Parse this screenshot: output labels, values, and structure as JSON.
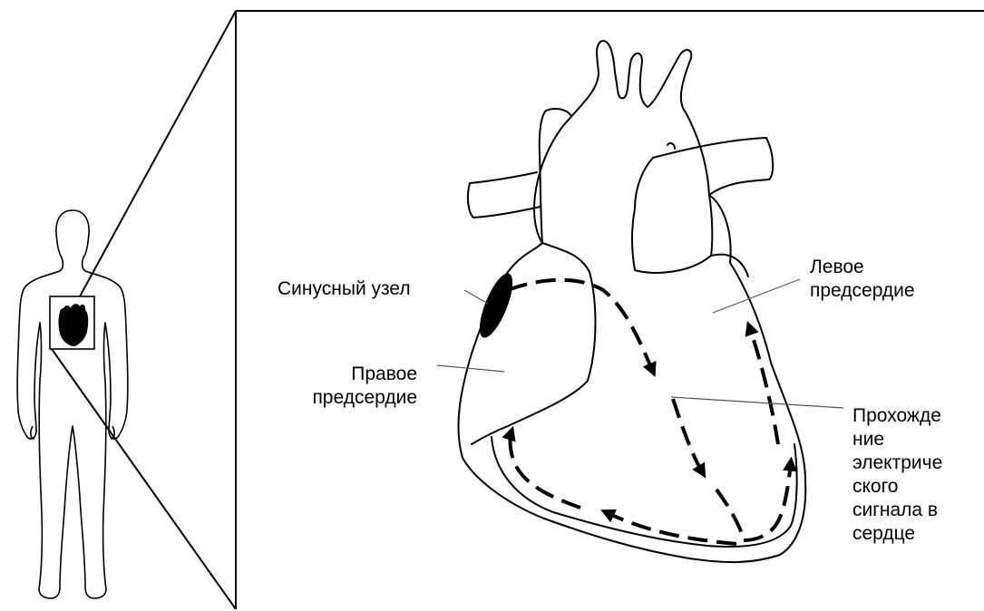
{
  "labels": {
    "sinus_node": "Синусный узел",
    "right_atrium": "Правое\nпредсердие",
    "left_atrium": "Левое\nпредсердие",
    "signal_path": "Прохожде\nние\nэлектриче\nского\nсигнала в\nсердце"
  },
  "colors": {
    "line": "#000000",
    "background": "#ffffff",
    "sinus_node_fill": "#000000",
    "leader_line": "#555555"
  },
  "icons": {
    "figure": "human-silhouette-icon",
    "heart_small": "heart-icon"
  }
}
